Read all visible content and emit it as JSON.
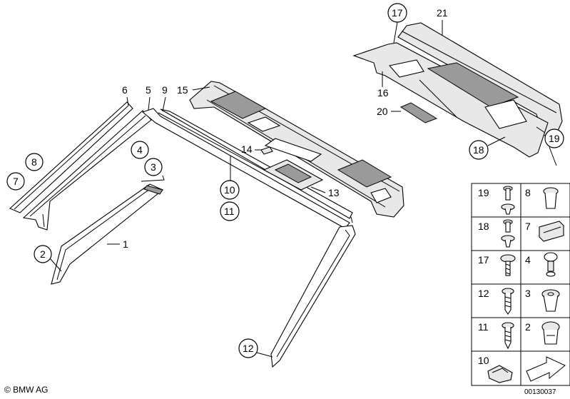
{
  "callouts": [
    {
      "id": "c1",
      "label": "1"
    },
    {
      "id": "c2",
      "label": "2"
    },
    {
      "id": "c3",
      "label": "3"
    },
    {
      "id": "c4",
      "label": "4"
    },
    {
      "id": "c5",
      "label": "5"
    },
    {
      "id": "c6",
      "label": "6"
    },
    {
      "id": "c7",
      "label": "7"
    },
    {
      "id": "c8",
      "label": "8"
    },
    {
      "id": "c9",
      "label": "9"
    },
    {
      "id": "c10",
      "label": "10"
    },
    {
      "id": "c11",
      "label": "11"
    },
    {
      "id": "c12",
      "label": "12"
    },
    {
      "id": "c13",
      "label": "13"
    },
    {
      "id": "c14",
      "label": "14"
    },
    {
      "id": "c15",
      "label": "15"
    },
    {
      "id": "c16",
      "label": "16"
    },
    {
      "id": "c17",
      "label": "17"
    },
    {
      "id": "c18",
      "label": "18"
    },
    {
      "id": "c19",
      "label": "19"
    },
    {
      "id": "c20",
      "label": "20"
    },
    {
      "id": "c21",
      "label": "21"
    }
  ],
  "legend_grid": [
    {
      "left": "19",
      "right": "8"
    },
    {
      "left": "18",
      "right": "7"
    },
    {
      "left": "17",
      "right": "4"
    },
    {
      "left": "12",
      "right": "3"
    },
    {
      "left": "11",
      "right": "2"
    },
    {
      "left": "10",
      "right": ""
    }
  ],
  "footer": {
    "copyright": "© BMW AG",
    "doc_id": "00130037"
  },
  "colors": {
    "line": "#000000",
    "part_fill": "#e8e8e8",
    "dark_fill": "#9a9a9a"
  }
}
